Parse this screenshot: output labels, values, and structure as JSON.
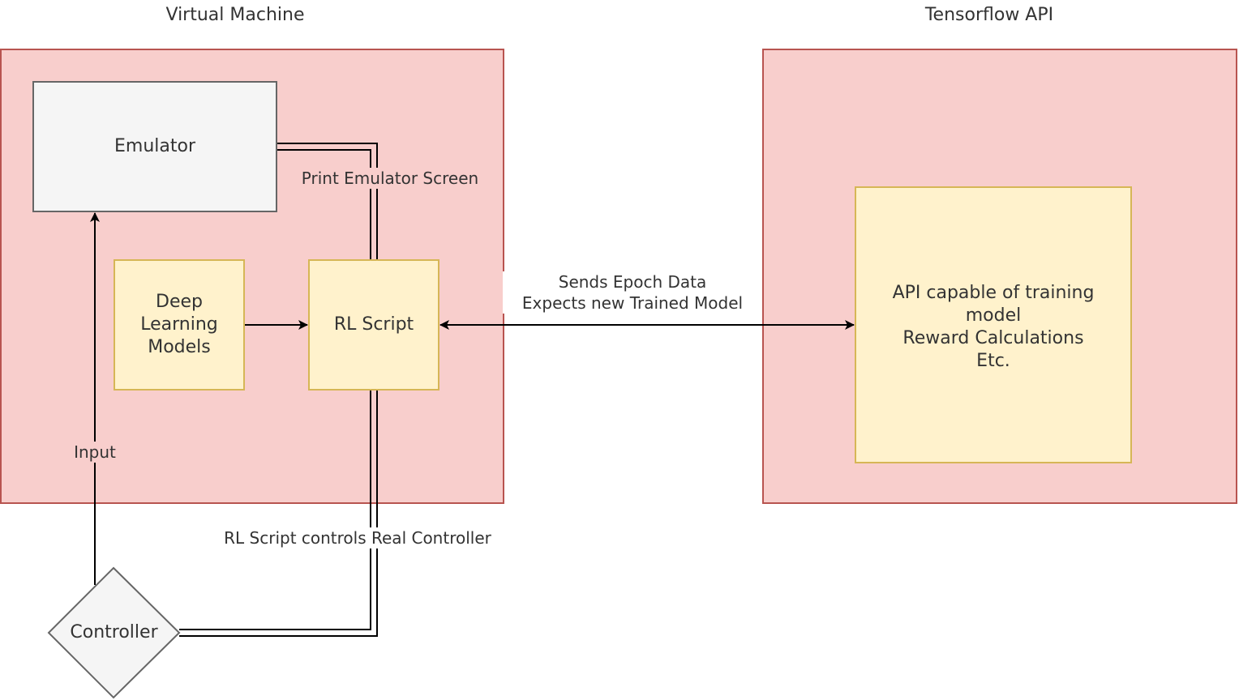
{
  "groups": {
    "vm_title": "Virtual Machine",
    "api_title": "Tensorflow API"
  },
  "nodes": {
    "emulator": "Emulator",
    "deep_learning": [
      "Deep",
      "Learning",
      "Models"
    ],
    "rl_script": "RL Script",
    "api_box": [
      "API capable of training",
      "model",
      "Reward Calculations",
      "Etc."
    ],
    "controller": "Controller"
  },
  "edges": {
    "print_screen": "Print Emulator Screen",
    "epoch_line1": "Sends Epoch Data",
    "epoch_line2": "Expects new Trained Model",
    "input": "Input",
    "controls": "RL Script controls Real Controller"
  },
  "colors": {
    "container_fill": "#f8cecc",
    "container_stroke": "#b85450",
    "node_fill": "#fff2cc",
    "node_stroke": "#d6b656",
    "grey_fill": "#f5f5f5",
    "grey_stroke": "#666666"
  }
}
